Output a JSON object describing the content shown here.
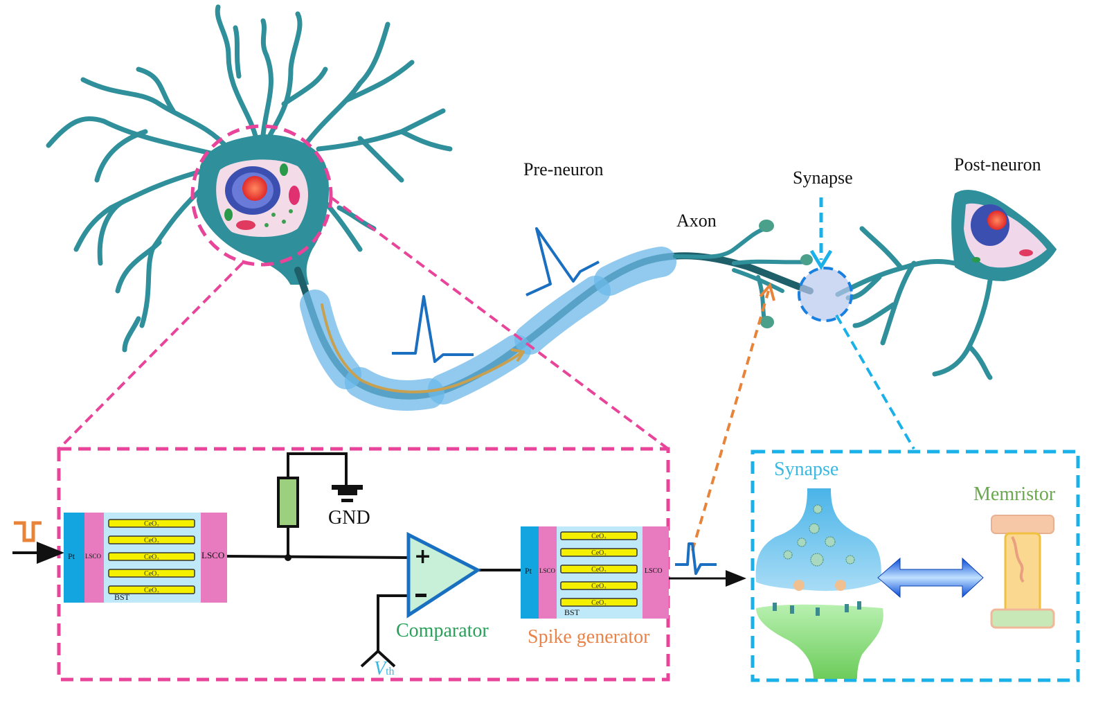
{
  "labels": {
    "pre_neuron": "Pre-neuron",
    "axon": "Axon",
    "synapse_top": "Synapse",
    "post_neuron": "Post-neuron",
    "gnd": "GND",
    "comparator": "Comparator",
    "spike_generator": "Spike generator",
    "vth_main": "V",
    "vth_sub": "th",
    "synapse_box": "Synapse",
    "memristor": "Memristor"
  },
  "device_left": {
    "electrode_left": "Pt",
    "layer_left": "LSCO",
    "layer_right": "LSCO",
    "matrix": "BST",
    "pillars": [
      "CeO2",
      "CeO2",
      "CeO2",
      "CeO2",
      "CeO2"
    ]
  },
  "device_right": {
    "electrode_left": "Pt",
    "layer_left": "LSCO",
    "layer_right": "LSCO",
    "matrix": "BST",
    "pillars": [
      "CeO2",
      "CeO2",
      "CeO2",
      "CeO2",
      "CeO2"
    ]
  },
  "comparator_inputs": {
    "plus": "+",
    "minus": "−"
  },
  "colors": {
    "dendrite": "#2f8f9a",
    "pink_dash": "#e8449a",
    "cyan_dash": "#1ab0e8",
    "orange_arrow": "#e8843a",
    "spike_blue": "#1a6fc0",
    "pt_blue": "#12a5e0",
    "lsco_pink": "#e87ac0",
    "bst_bg": "#bfe8f8",
    "ceo_yellow": "#f5f000",
    "resistor_green": "#9ccf7e",
    "comparator_fill": "#c8f0d8",
    "comparator_stroke": "#1a70c0"
  }
}
